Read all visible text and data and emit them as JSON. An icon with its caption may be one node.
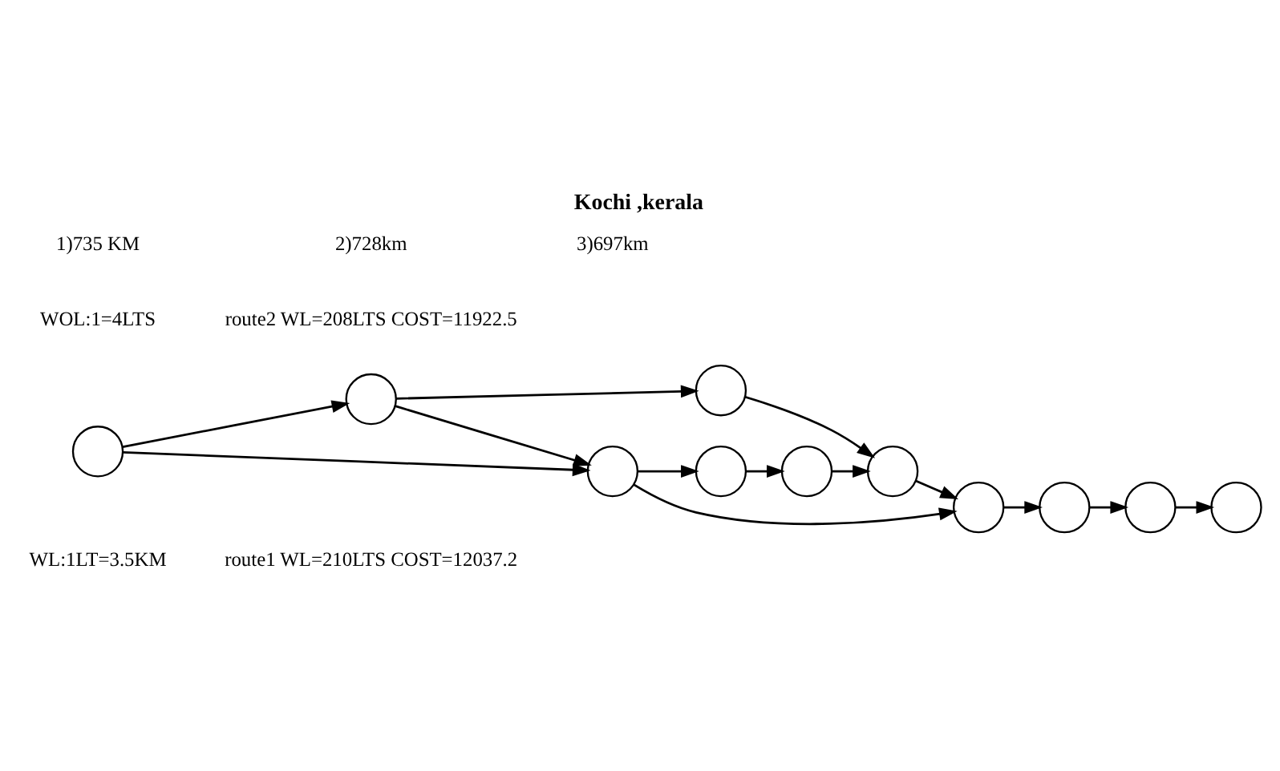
{
  "diagram": {
    "title": "Kochi ,kerala",
    "nodes": [
      {
        "text": [],
        "shape": "circle"
      },
      {
        "text": [],
        "shape": "circle"
      },
      {
        "text": [],
        "shape": "circle"
      },
      {
        "text": [],
        "shape": "circle"
      },
      {
        "text": [],
        "shape": "circle"
      },
      {
        "text": [],
        "shape": "circle"
      },
      {
        "text": [],
        "shape": "circle"
      },
      {
        "text": [],
        "shape": "circle"
      },
      {
        "text": [],
        "shape": "circle"
      },
      {
        "text": [],
        "shape": "circle"
      },
      {
        "text": [],
        "shape": "circle"
      }
    ],
    "edges": [
      {
        "from": 0,
        "to": 1,
        "arrow": "to"
      },
      {
        "from": 1,
        "to": 2,
        "arrow": "to"
      },
      {
        "from": 2,
        "to": 3,
        "arrow": "to"
      },
      {
        "from": 3,
        "to": 4,
        "arrow": "to"
      },
      {
        "from": 4,
        "to": 5,
        "arrow": "to"
      },
      {
        "from": 5,
        "to": 6,
        "arrow": "to"
      },
      {
        "from": 6,
        "to": 7,
        "arrow": "to"
      },
      {
        "from": 7,
        "to": 8,
        "arrow": "to"
      },
      {
        "from": 0,
        "to": 9,
        "arrow": "to"
      },
      {
        "from": 9,
        "to": 1,
        "arrow": "to"
      },
      {
        "from": 1,
        "to": 5,
        "arrow": "to"
      },
      {
        "from": 9,
        "to": 10,
        "arrow": "to"
      },
      {
        "from": 10,
        "to": 4,
        "arrow": "to"
      }
    ],
    "labels": [
      "WL:1LT=3.5KM",
      "route1 WL=210LTS COST=12037.2",
      "WOL:1=4LTS",
      "route2 WL=208LTS COST=11922.5",
      "1)735 KM",
      "2)728km",
      "3)697km"
    ]
  }
}
